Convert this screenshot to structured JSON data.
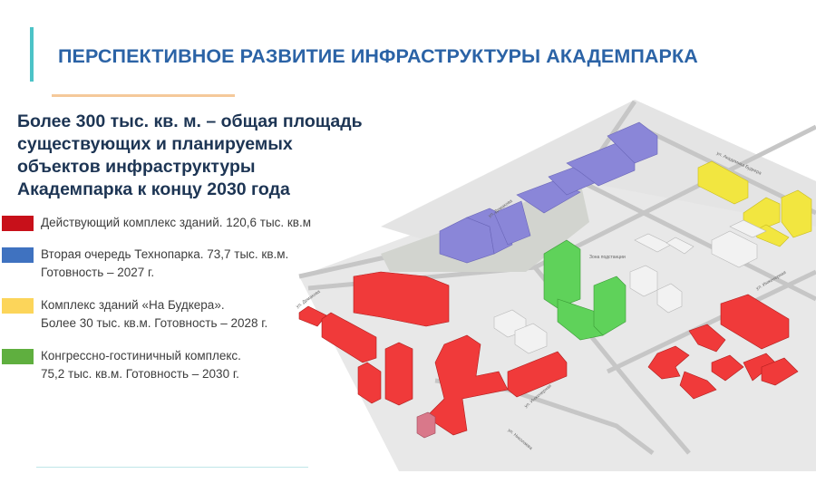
{
  "slide": {
    "title": "ПЕРСПЕКТИВНОЕ РАЗВИТИЕ ИНФРАСТРУКТУРЫ АКАДЕМПАРКА",
    "subtitle_lines": [
      "Более 300 тыс. кв. м. – общая площадь",
      "существующих и планируемых",
      "объектов инфраструктуры",
      "Академпарка к концу 2030 года"
    ],
    "colors": {
      "accent_bar": "#4cc3c7",
      "title": "#2b63a6",
      "orange_line": "#f5c99a"
    }
  },
  "legend": [
    {
      "color": "#c8101a",
      "lines": [
        "Действующий комплекс зданий. 120,6 тыс. кв.м"
      ]
    },
    {
      "color": "#3f72c0",
      "lines": [
        "Вторая очередь Технопарка. 73,7 тыс. кв.м.",
        "Готовность – 2027 г."
      ]
    },
    {
      "color": "#fcd55a",
      "lines": [
        "Комплекс зданий «На Будкера».",
        "Более 30 тыс. кв.м. Готовность – 2028 г."
      ]
    },
    {
      "color": "#5faf3f",
      "lines": [
        "Конгрессно-гостиничный комплекс.",
        "75,2 тыс. кв.м. Готовность – 2030 г."
      ]
    }
  ],
  "map": {
    "labels": {
      "demakova_1": "ул. Демакова",
      "demakova_2": "ул. Демакова",
      "budkera": "ул. Академика Будкера",
      "substation": "Зона подстанции",
      "inzhenernaya_1": "ул. Инженерная",
      "inzhenernaya_2": "ул. Инженерная",
      "nikolaeva": "ул. Николаева"
    },
    "colors": {
      "existing": "#f03a3a",
      "technopark": "#8a86d8",
      "budker": "#f2e640",
      "congress": "#5fd25a",
      "other": "#f0f0f0",
      "ground": "#e6e6e6"
    }
  }
}
